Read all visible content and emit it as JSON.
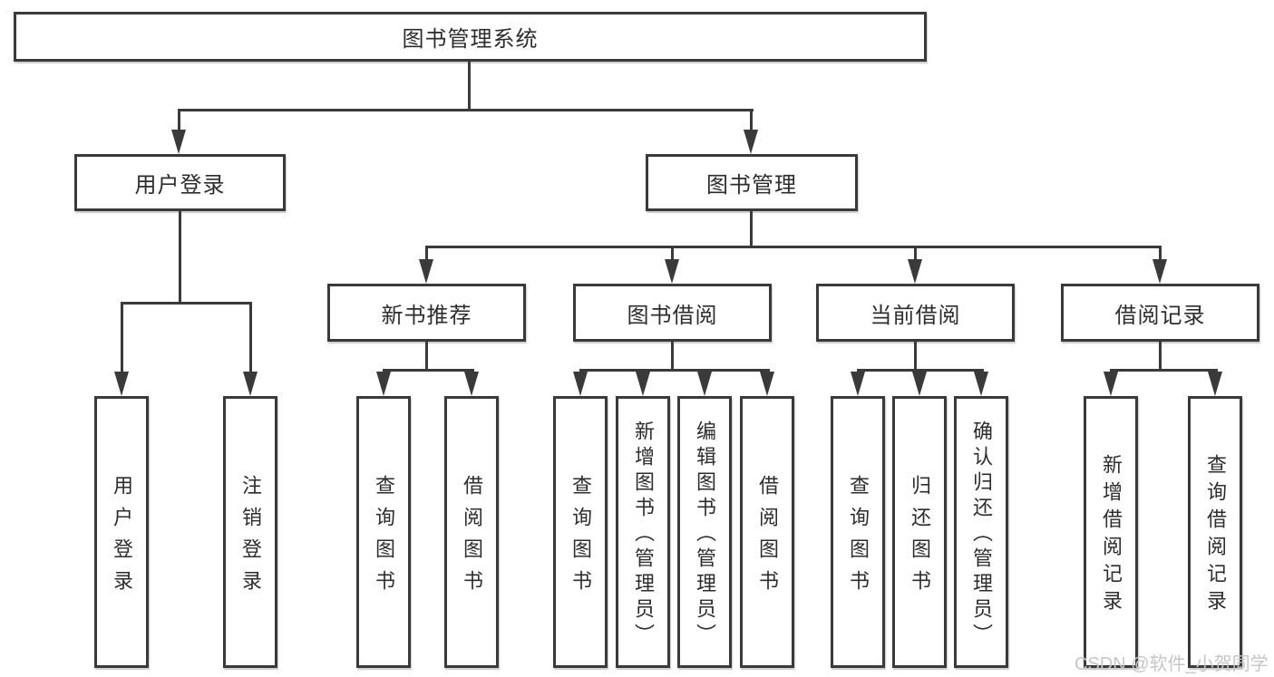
{
  "diagram": {
    "root": {
      "label": "图书管理系统",
      "children": [
        {
          "label": "用户登录",
          "children": [
            {
              "label": "用户登录"
            },
            {
              "label": "注销登录"
            }
          ]
        },
        {
          "label": "图书管理",
          "children": [
            {
              "label": "新书推荐",
              "children": [
                {
                  "label": "查询图书"
                },
                {
                  "label": "借阅图书"
                }
              ]
            },
            {
              "label": "图书借阅",
              "children": [
                {
                  "label": "查询图书"
                },
                {
                  "label": "新增图书（管理员）"
                },
                {
                  "label": "编辑图书（管理员）"
                },
                {
                  "label": "借阅图书"
                }
              ]
            },
            {
              "label": "当前借阅",
              "children": [
                {
                  "label": "查询图书"
                },
                {
                  "label": "归还图书"
                },
                {
                  "label": "确认归还（管理员）"
                }
              ]
            },
            {
              "label": "借阅记录",
              "children": [
                {
                  "label": "新增借阅记录"
                },
                {
                  "label": "查询借阅记录"
                }
              ]
            }
          ]
        }
      ]
    }
  },
  "watermark": {
    "text": "CSDN @软件_小贺同学"
  },
  "colors": {
    "line": "#3a3a3a",
    "text": "#2d2d2d",
    "background": "#ffffff",
    "watermark": "#c6c6c6"
  }
}
